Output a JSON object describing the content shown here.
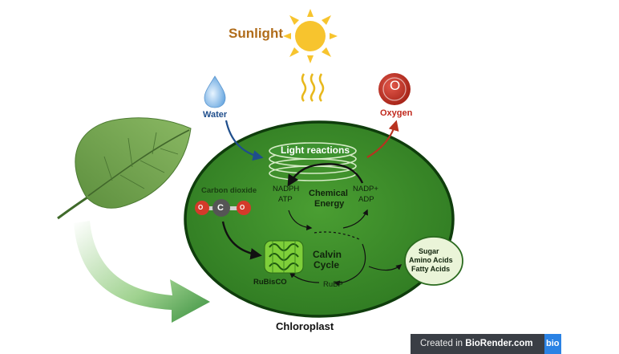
{
  "sunlight": {
    "label": "Sunlight"
  },
  "inputs": {
    "water": "Water",
    "oxygen": "Oxygen",
    "oxygen_symbol": "O",
    "carbon_dioxide": "Carbon dioxide"
  },
  "molecule": {
    "left_atom": "O",
    "center_atom": "C",
    "right_atom": "O"
  },
  "light_reactions": {
    "label": "Light reactions"
  },
  "energy": {
    "products": [
      "NADPH",
      "ATP"
    ],
    "heading": [
      "Chemical",
      "Energy"
    ],
    "returns": [
      "NADP+",
      "ADP"
    ]
  },
  "calvin": {
    "title": [
      "Calvin",
      "Cycle"
    ],
    "enzyme": "RuBisCO",
    "substrate": "RuBP"
  },
  "outputs": [
    "Sugar",
    "Amino Acids",
    "Fatty Acids"
  ],
  "chloroplast": {
    "label": "Chloroplast"
  },
  "badge": {
    "prefix": "Created in",
    "brand": "BioRender.com",
    "logo_text": "bio"
  },
  "colors": {
    "chloroplast_fill": "#3a8f2b",
    "chloroplast_rim": "#0f3d0c",
    "sun": "#f7c42e",
    "water_arrow": "#1f4e8c",
    "oxygen_arrow": "#b8321f",
    "badge_bg": "#3a3e45",
    "badge_logo": "#2a82e4"
  },
  "icons": [
    "sun-icon",
    "water-drop-icon",
    "oxygen-atom-icon",
    "leaf-icon",
    "rubisco-enzyme-icon"
  ]
}
